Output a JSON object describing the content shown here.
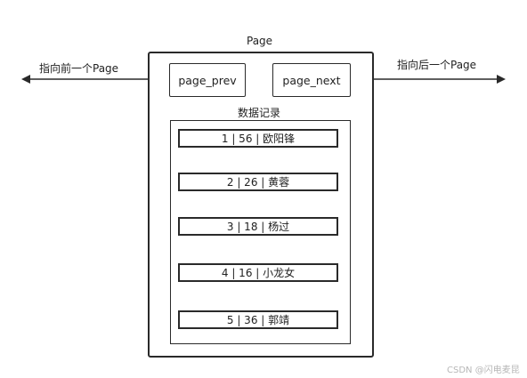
{
  "page": {
    "title": "Page",
    "prev_box": "page_prev",
    "next_box": "page_next",
    "prev_arrow_label": "指向前一个Page",
    "next_arrow_label": "指向后一个Page",
    "records_title": "数据记录",
    "records": [
      "1 | 56 | 欧阳锋",
      "2 | 26 | 黄蓉",
      "3 | 18 | 杨过",
      "4 | 16 | 小龙女",
      "5 | 36 | 郭靖"
    ]
  },
  "watermark": "CSDN @闪电麦昆",
  "colors": {
    "stroke": "#2a2a2a",
    "watermark": "#b7b7b7"
  }
}
